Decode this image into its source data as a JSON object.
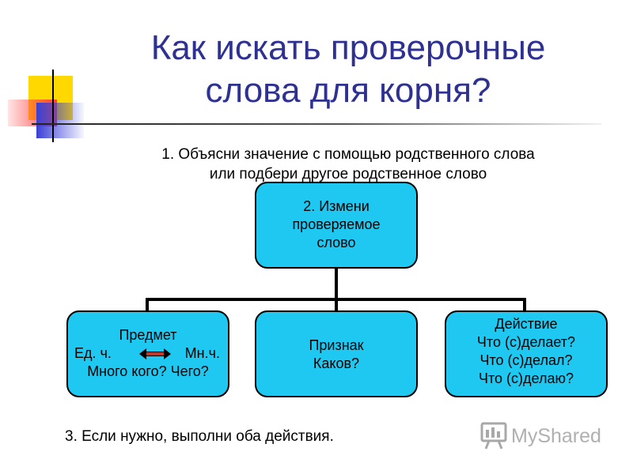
{
  "title": {
    "line1": "Как искать проверочные",
    "line2": "слова для корня?"
  },
  "step1": {
    "line1": "1. Объясни значение с помощью родственного слова",
    "line2": "или подбери другое родственное слово"
  },
  "top_box": {
    "line1": "2. Измени",
    "line2": "проверяемое",
    "line3": "слово"
  },
  "boxes": {
    "object": {
      "title": "Предмет",
      "left": "Ед. ч.",
      "right": "Мн.ч.",
      "question": "Много кого? Чего?"
    },
    "attribute": {
      "title": "Признак",
      "question": "Каков?"
    },
    "action": {
      "title": "Действие",
      "q1": "Что (с)делает?",
      "q2": "Что (с)делал?",
      "q3": "Что (с)делаю?"
    }
  },
  "step3": "3. Если нужно, выполни оба действия.",
  "watermark": "MyShared",
  "colors": {
    "title": "#2e3192",
    "box_fill": "#1ec8f0",
    "deco_yellow": "#ffd800",
    "deco_red": "#ff4a4a",
    "deco_blue": "#3a3fd6"
  },
  "icons": [
    "double-arrow-icon",
    "myshared-logo-icon"
  ]
}
